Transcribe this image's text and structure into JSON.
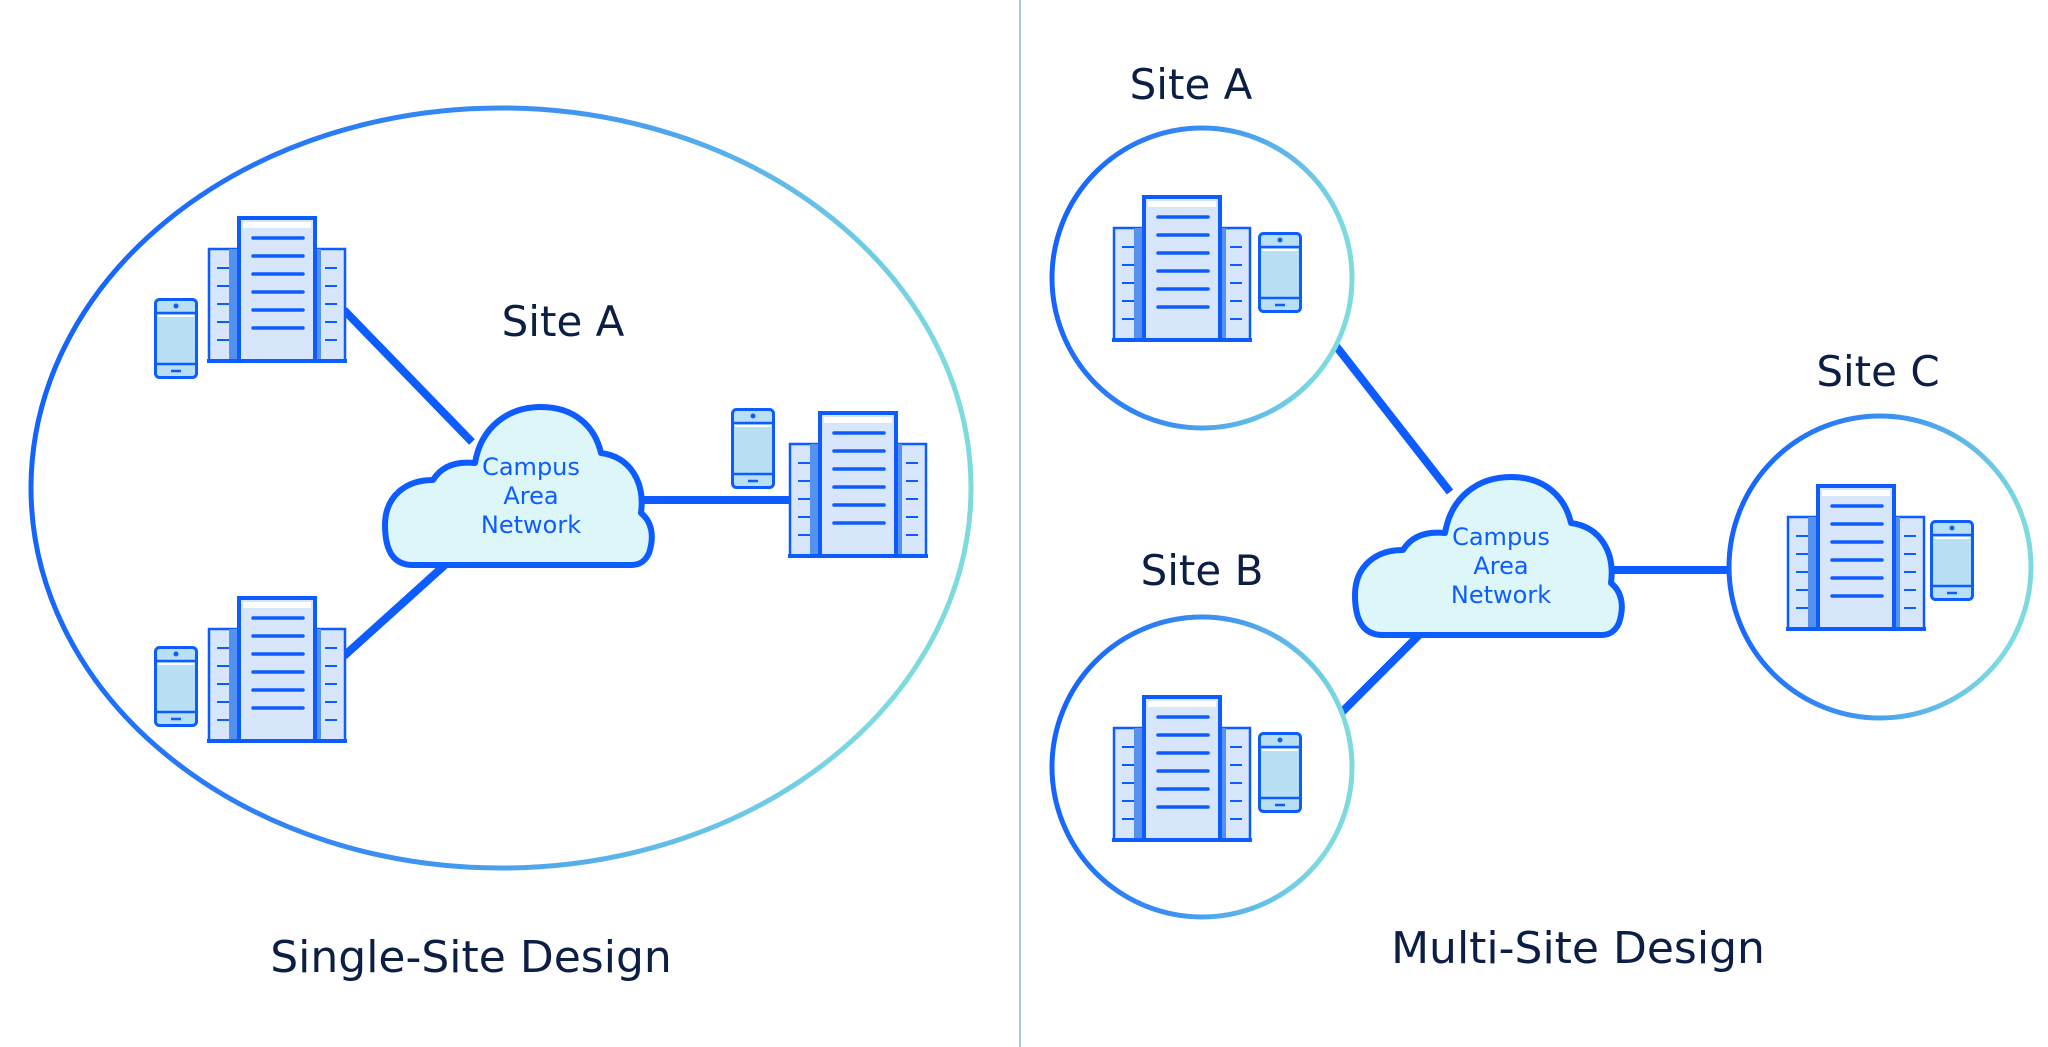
{
  "left_panel": {
    "title": "Single-Site Design",
    "site_label": "Site A",
    "cloud": {
      "lines": [
        "Campus",
        "Area",
        "Network"
      ]
    },
    "buildings": 3
  },
  "right_panel": {
    "title": "Multi-Site Design",
    "sites": [
      {
        "label": "Site A"
      },
      {
        "label": "Site B"
      },
      {
        "label": "Site C"
      }
    ],
    "cloud": {
      "lines": [
        "Campus",
        "Area",
        "Network"
      ]
    }
  },
  "colors": {
    "primary_blue": "#0d5cff",
    "gradient_end": "#7ddbe0",
    "building_fill": "#d8e6fb",
    "building_side": "#5592f0",
    "phone_fill": "#b9dff4",
    "cloud_fill": "#dcf6fa",
    "text_dark": "#0c1e44",
    "divider": "#a7c8e2"
  }
}
